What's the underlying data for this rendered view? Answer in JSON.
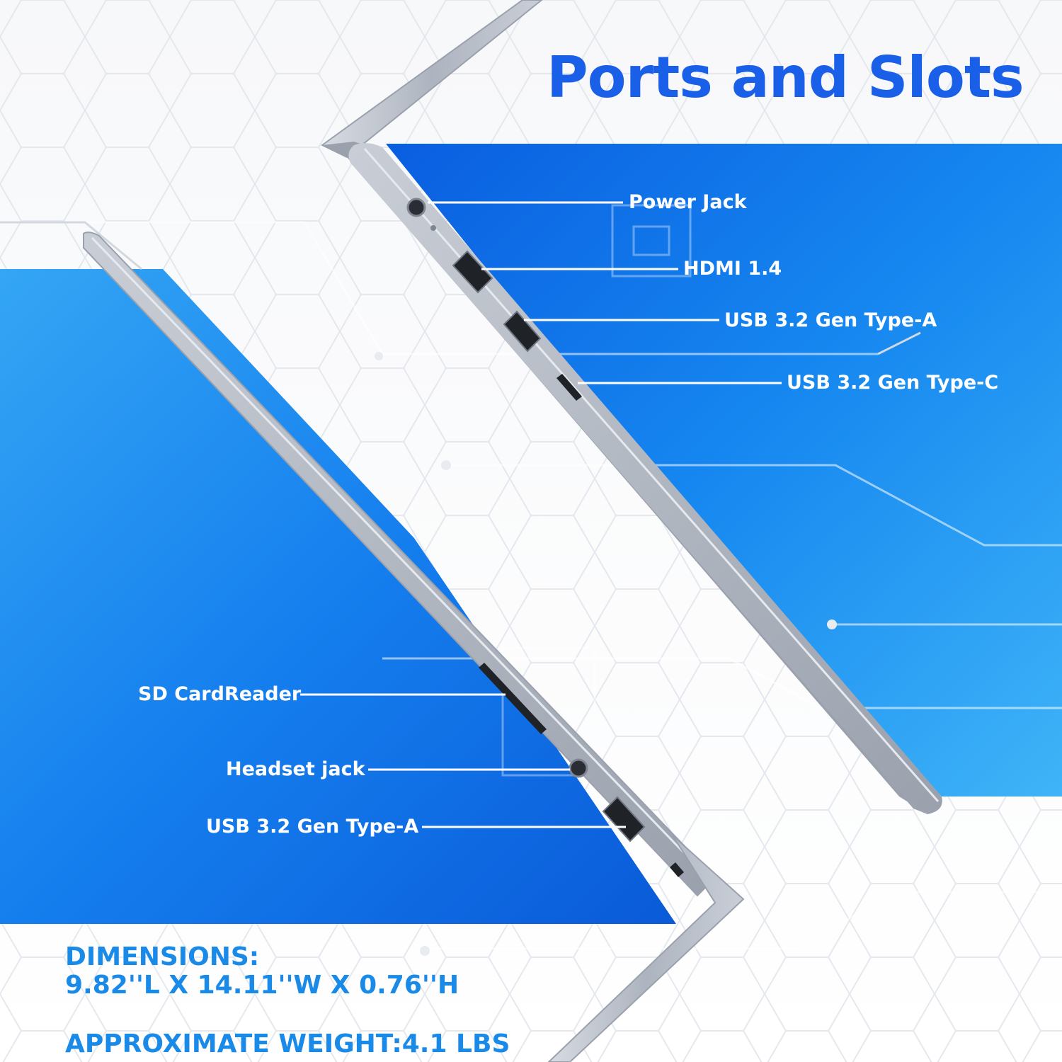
{
  "title": "Ports and Slots",
  "ports_right_side": [
    {
      "label": "Power Jack"
    },
    {
      "label": "HDMI 1.4"
    },
    {
      "label": "USB 3.2 Gen Type-A"
    },
    {
      "label": "USB 3.2 Gen Type-C"
    }
  ],
  "ports_left_side": [
    {
      "label": "SD CardReader"
    },
    {
      "label": "Headset jack"
    },
    {
      "label": "USB 3.2 Gen Type-A"
    }
  ],
  "specs": {
    "dimensions_heading": "DIMENSIONS:",
    "dimensions_value": "9.82''L X 14.11''W X 0.76''H",
    "weight": "APPROXIMATE WEIGHT:4.1 LBS"
  },
  "colors": {
    "title": "#1a5fe8",
    "panel_blue": "#1274ea",
    "spec_text": "#1a8ae8",
    "label_text": "#ffffff",
    "chassis": "#b9bfca"
  }
}
